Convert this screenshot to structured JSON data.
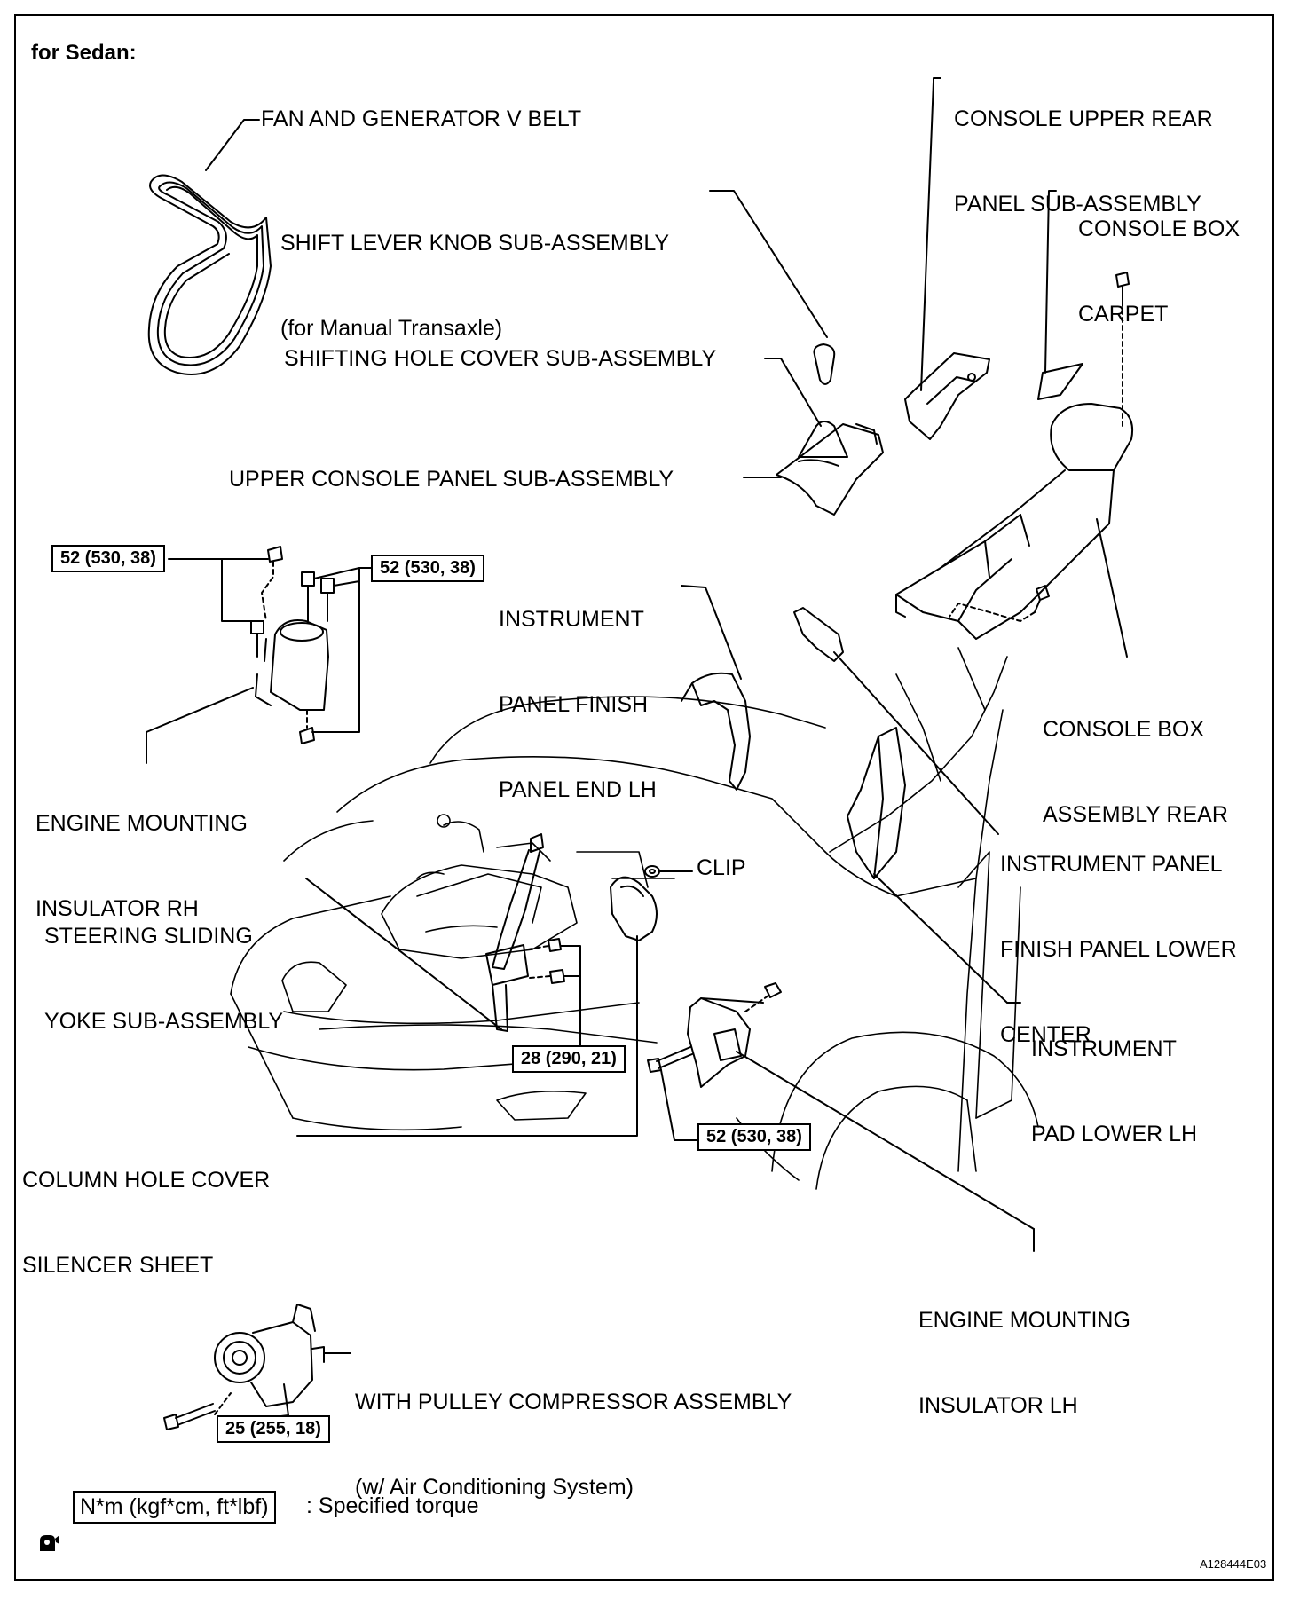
{
  "header": {
    "variant": "for Sedan:"
  },
  "labels": {
    "fan_belt": "FAN AND GENERATOR V BELT",
    "shift_knob": [
      "SHIFT LEVER KNOB SUB-ASSEMBLY",
      "(for Manual Transaxle)"
    ],
    "shift_hole_cover": "SHIFTING HOLE COVER SUB-ASSEMBLY",
    "upper_console": "UPPER CONSOLE PANEL SUB-ASSEMBLY",
    "console_upper_rear": [
      "CONSOLE UPPER REAR",
      "PANEL SUB-ASSEMBLY"
    ],
    "console_box_carpet": [
      "CONSOLE BOX",
      "CARPET"
    ],
    "console_box_rear": [
      "CONSOLE BOX",
      "ASSEMBLY REAR"
    ],
    "inst_finish_end_lh": [
      "INSTRUMENT",
      "PANEL FINISH",
      "PANEL END LH"
    ],
    "engine_mount_rh": [
      "ENGINE MOUNTING",
      "INSULATOR RH"
    ],
    "inst_finish_lower_center": [
      "INSTRUMENT PANEL",
      "FINISH PANEL LOWER",
      "CENTER"
    ],
    "steering_yoke": [
      "STEERING SLIDING",
      "YOKE SUB-ASSEMBLY"
    ],
    "clip": "CLIP",
    "inst_pad_lower_lh": [
      "INSTRUMENT",
      "PAD LOWER LH"
    ],
    "column_hole_cover": [
      "COLUMN HOLE COVER",
      "SILENCER SHEET"
    ],
    "engine_mount_lh": [
      "ENGINE MOUNTING",
      "INSULATOR LH"
    ],
    "compressor": [
      "WITH PULLEY COMPRESSOR ASSEMBLY",
      "(w/ Air Conditioning System)"
    ]
  },
  "torques": {
    "rh_left": "52 (530, 38)",
    "rh_right": "52 (530, 38)",
    "yoke": "28 (290, 21)",
    "lh": "52 (530, 38)",
    "compressor": "25 (255, 18)"
  },
  "legend": {
    "unit": "N*m (kgf*cm, ft*lbf)",
    "description": ": Specified torque"
  },
  "footer": {
    "code": "A128444E03",
    "icon": "reuse-part-icon"
  }
}
